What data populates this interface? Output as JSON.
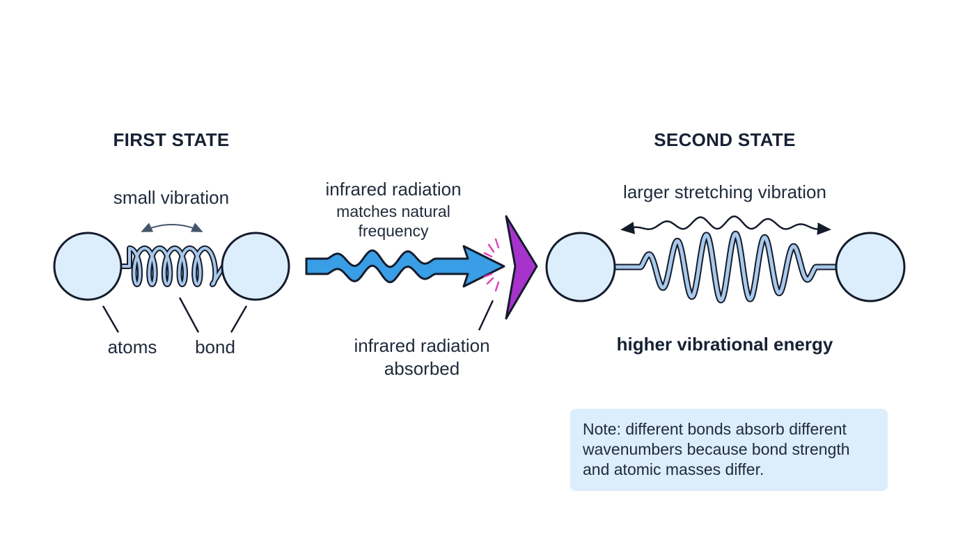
{
  "first_state": {
    "title": "FIRST STATE",
    "vibration_label": "small vibration",
    "atoms_label": "atoms",
    "bond_label": "bond"
  },
  "radiation": {
    "title": "infrared radiation",
    "subtitle_line1": "matches natural",
    "subtitle_line2": "frequency",
    "absorbed_line1": "infrared radiation",
    "absorbed_line2": "absorbed"
  },
  "second_state": {
    "title": "SECOND STATE",
    "vibration_label": "larger stretching vibration",
    "energy_label": "higher vibrational energy"
  },
  "note": {
    "line1": "Note: different bonds absorb different",
    "line2": "wavenumbers because bond strength",
    "line3": "and atomic masses differ."
  },
  "colors": {
    "atom_fill": "#dcedfb",
    "outline": "#141b2b",
    "spring": "#a9c9ea",
    "arrow": "#3a9ee6",
    "absorption_wedge": "#a833cc",
    "burst": "#e040c0",
    "note_background": "#dcedfb"
  }
}
